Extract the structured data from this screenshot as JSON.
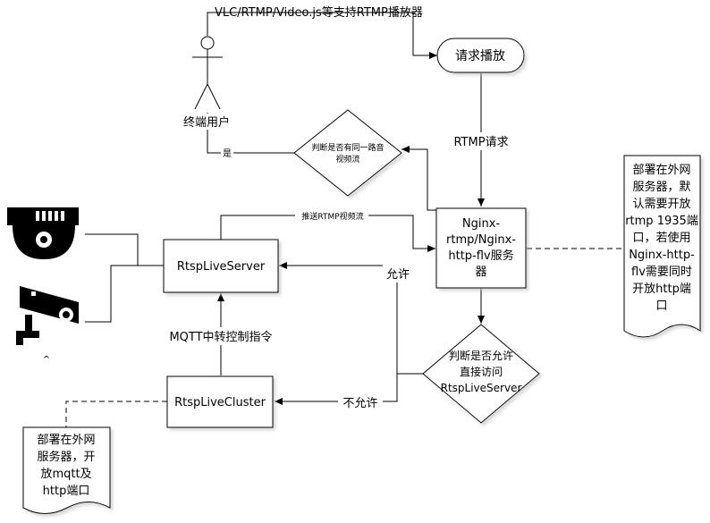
{
  "nodes": {
    "player_label": "VLC/RTMP/Video.js等支持RTMP播放器",
    "request_play": "请求播放",
    "end_user": "终端用户",
    "check_same": [
      "判断是否有同一路音",
      "视频流"
    ],
    "yes": "是",
    "rtmp_request": "RTMP请求",
    "nginx": [
      "Nginx-",
      "rtmp/Nginx-",
      "http-flv服务",
      "器"
    ],
    "note_right": [
      "部署在外网",
      "服务器，默",
      "认需要开放",
      "rtmp 1935端",
      "口，若使用",
      "Nginx-http-",
      "flv需要同时",
      "开放http端",
      "口"
    ],
    "push_rtmp": "推送RTMP视频流",
    "rtsp_live_server": "RtspLiveServer",
    "allow": "允许",
    "mqtt": "MQTT中转控制指令",
    "rtsp_live_cluster": "RtspLiveCluster",
    "not_allow": "不允许",
    "check_direct": [
      "判断是否允许",
      "直接访问",
      "RtspLiveServer"
    ],
    "note_left": [
      "部署在外网",
      "服务器，开",
      "放mqtt及",
      "http端口"
    ],
    "caret": "^"
  },
  "icons": [
    "stick-figure-icon",
    "dome-camera-icon",
    "bullet-camera-icon"
  ]
}
